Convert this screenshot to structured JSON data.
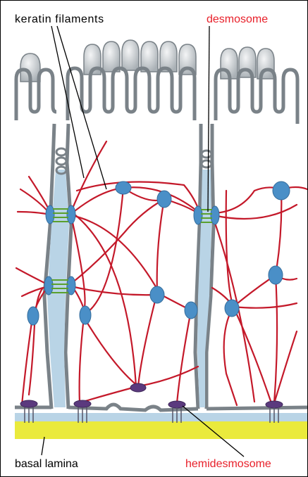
{
  "labels": {
    "keratin": "keratin filaments",
    "desmosome": "desmosome",
    "basal_lamina": "basal lamina",
    "hemidesmosome": "hemidesmosome"
  },
  "colors": {
    "membrane": "#7a8288",
    "membrane_fill": "#c9ced2",
    "cytoplasm_junction": "#b9d4e6",
    "keratin": "#c4192a",
    "plaque": "#4a8fc7",
    "desmosome_link": "#5aa02c",
    "hemidesmosome": "#5b3a7e",
    "basal_lamina": "#eaea3c",
    "label_red": "#e8202a"
  }
}
